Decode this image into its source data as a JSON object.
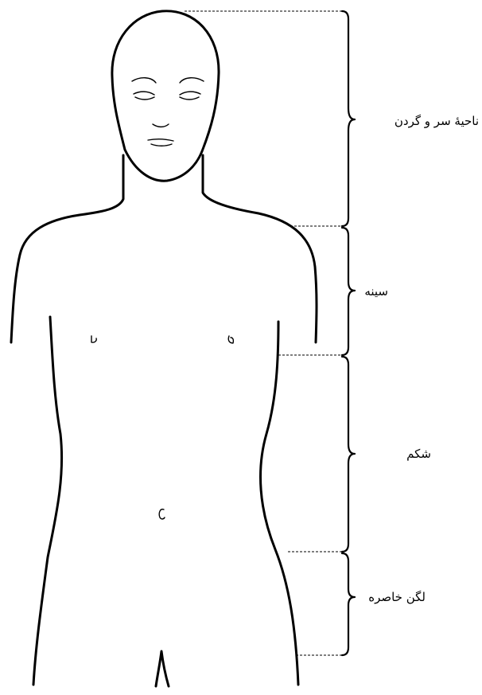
{
  "diagram": {
    "regions": [
      {
        "id": "head-neck",
        "label": "ناحیهٔ سر و گردن"
      },
      {
        "id": "chest",
        "label": "سینه"
      },
      {
        "id": "abdomen",
        "label": "شکم"
      },
      {
        "id": "pelvis",
        "label": "لگن خاصره"
      }
    ]
  }
}
